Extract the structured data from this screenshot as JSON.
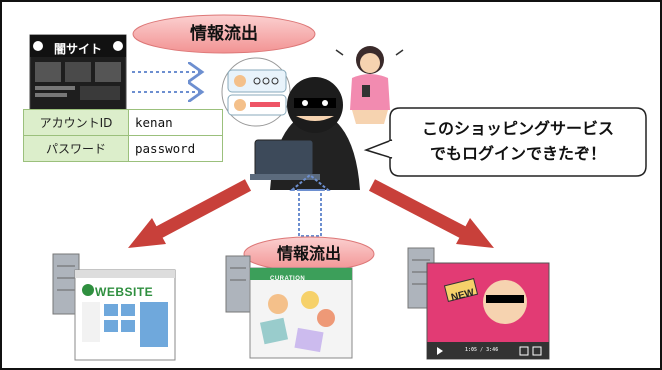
{
  "diagram": {
    "leak_label_top": "情報流出",
    "leak_label_mid": "情報流出",
    "shady_site_title": "闇サイト",
    "credentials": {
      "rows": [
        {
          "key": "アカウントID",
          "value": "kenan"
        },
        {
          "key": "パスワード",
          "value": "password"
        }
      ]
    },
    "speech": {
      "line1": "このショッピングサービス",
      "line2": "でもログインできたぞ！"
    },
    "sites": {
      "website_title": "WEBSITE",
      "curation_title": "CURATION",
      "video_badge": "NEW",
      "video_time": "1:05 / 3:46"
    },
    "colors": {
      "arrow_red": "#c8403a",
      "bubble_pink": "#f7a6a6",
      "table_green": "#9bc07c",
      "shady_dark": "#1e1e1e",
      "video_pink": "#e23b74"
    }
  }
}
